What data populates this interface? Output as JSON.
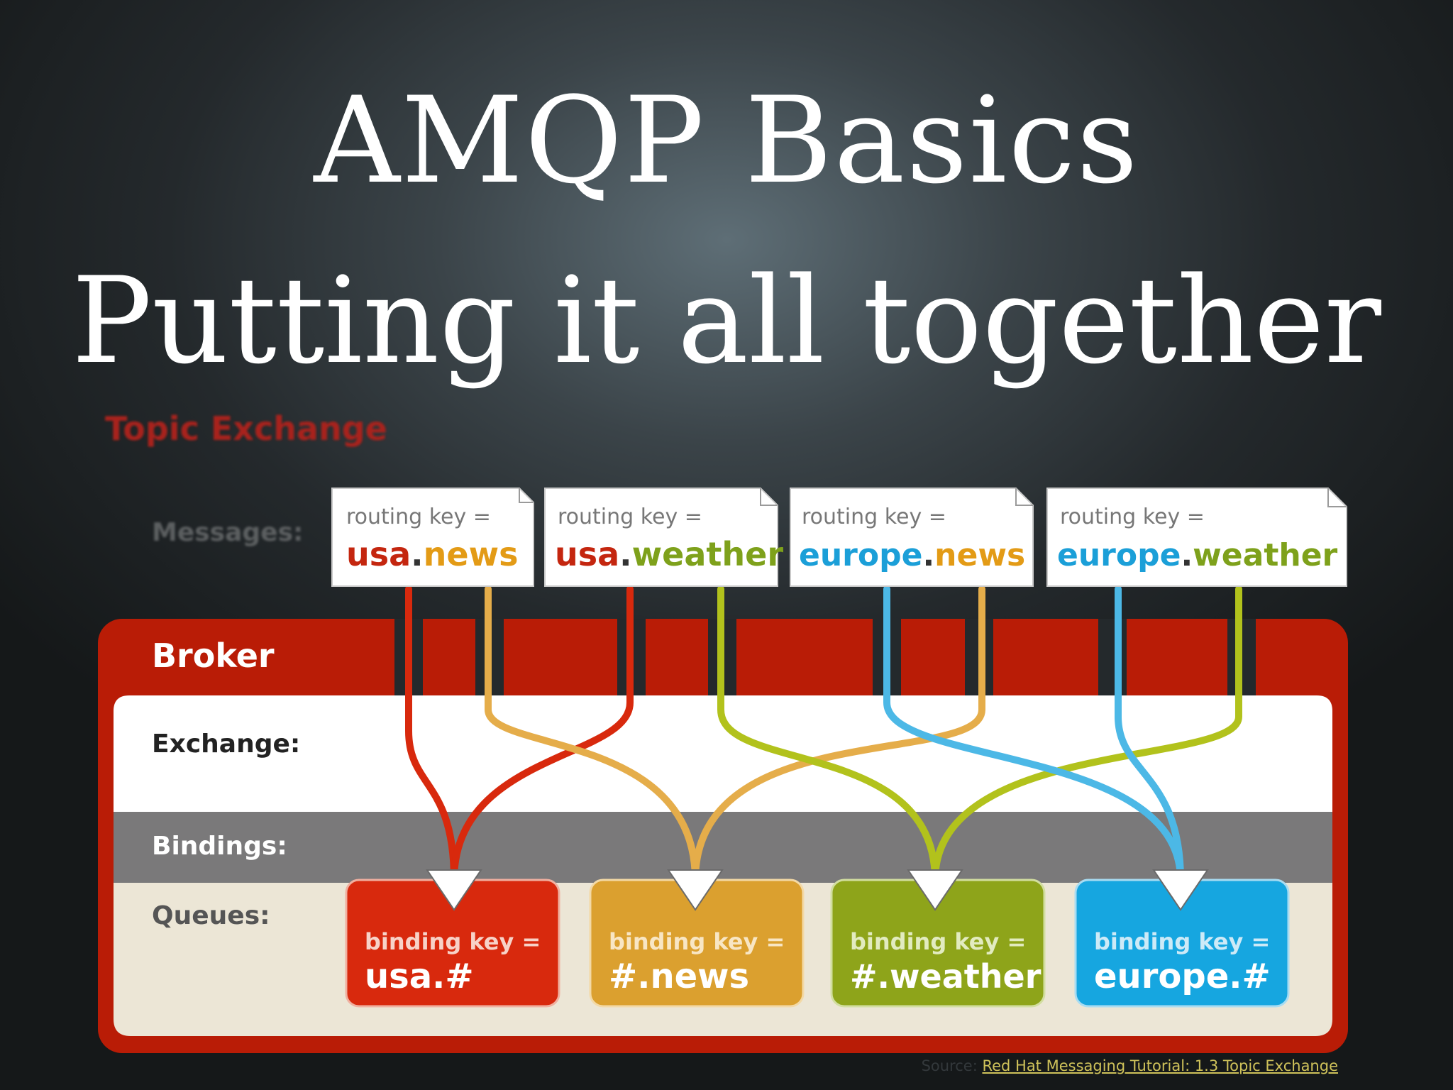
{
  "slide": {
    "title_line1": "AMQP Basics",
    "title_line2": "Putting it all together"
  },
  "diagram": {
    "heading": "Topic Exchange",
    "messages_label": "Messages:",
    "broker_label": "Broker",
    "exchange_label": "Exchange:",
    "bindings_label": "Bindings:",
    "queues_label": "Queues:",
    "messages": [
      {
        "prefix": "routing key =",
        "part1": "usa",
        "dot": ".",
        "part2": "news",
        "color1": "#c4260f",
        "color2": "#e39b16"
      },
      {
        "prefix": "routing key =",
        "part1": "usa",
        "dot": ".",
        "part2": "weather",
        "color1": "#c4260f",
        "color2": "#7ea11b"
      },
      {
        "prefix": "routing key =",
        "part1": "europe",
        "dot": ".",
        "part2": "news",
        "color1": "#1b9fd8",
        "color2": "#e39b16"
      },
      {
        "prefix": "routing key =",
        "part1": "europe",
        "dot": ".",
        "part2": "weather",
        "color1": "#1b9fd8",
        "color2": "#7ea11b"
      }
    ],
    "queues": [
      {
        "prefix": "binding key =",
        "key": "usa.#",
        "color": "#d8290d"
      },
      {
        "prefix": "binding key =",
        "key": "#.news",
        "color": "#dba02f"
      },
      {
        "prefix": "binding key =",
        "key": "#.weather",
        "color": "#8ea41a"
      },
      {
        "prefix": "binding key =",
        "key": "europe.#",
        "color": "#16a6e0"
      }
    ],
    "colors": {
      "broker_red": "#b91c06",
      "usa_line": "#d8290d",
      "news_line": "#e5ad4a",
      "weather_line": "#b2c21c",
      "europe_line": "#4cb8e6",
      "bindings_band": "#7a797a",
      "queues_band": "#ece6d6"
    }
  },
  "source": {
    "label": "Source:",
    "link_text": "Red Hat Messaging Tutorial: 1.3 Topic Exchange"
  }
}
